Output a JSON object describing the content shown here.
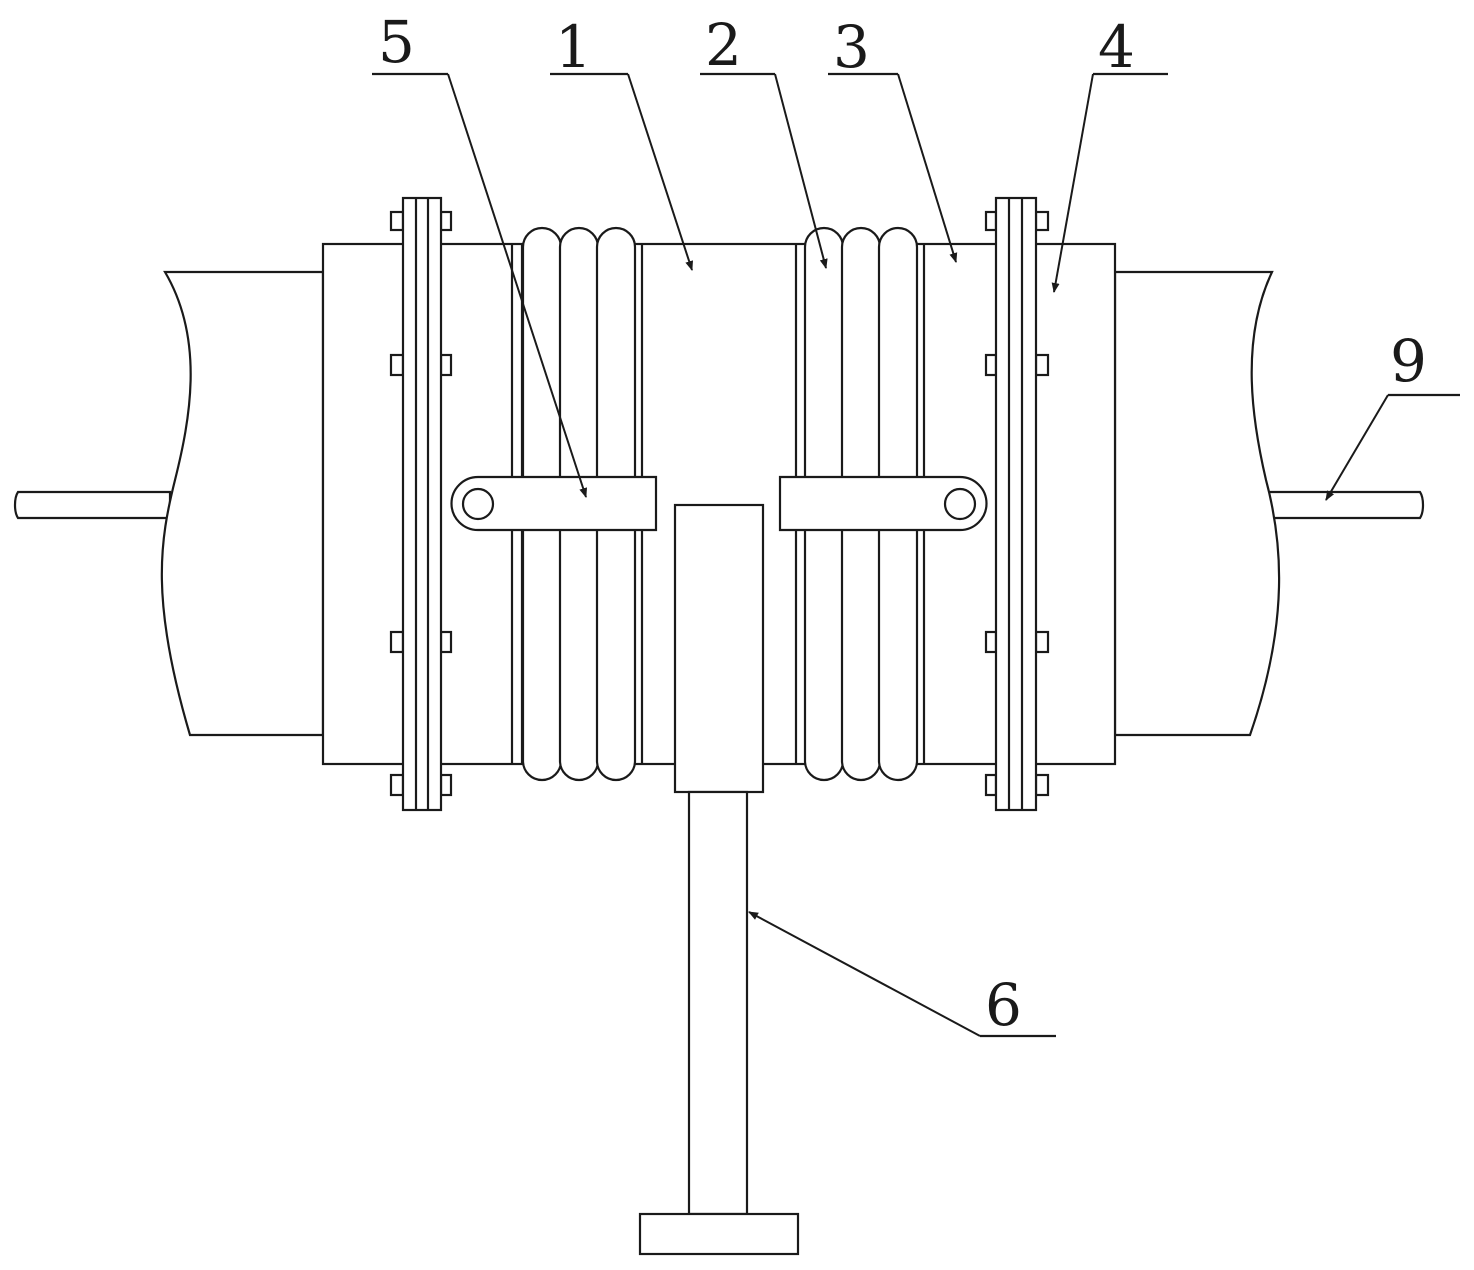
{
  "diagram": {
    "colors": {
      "line": "#1a1a1a",
      "background": "#ffffff"
    },
    "callouts": [
      {
        "id": "callout-1",
        "label": "1"
      },
      {
        "id": "callout-2",
        "label": "2"
      },
      {
        "id": "callout-3",
        "label": "3"
      },
      {
        "id": "callout-4",
        "label": "4"
      },
      {
        "id": "callout-5",
        "label": "5"
      },
      {
        "id": "callout-6",
        "label": "6"
      },
      {
        "id": "callout-9",
        "label": "9"
      }
    ]
  }
}
